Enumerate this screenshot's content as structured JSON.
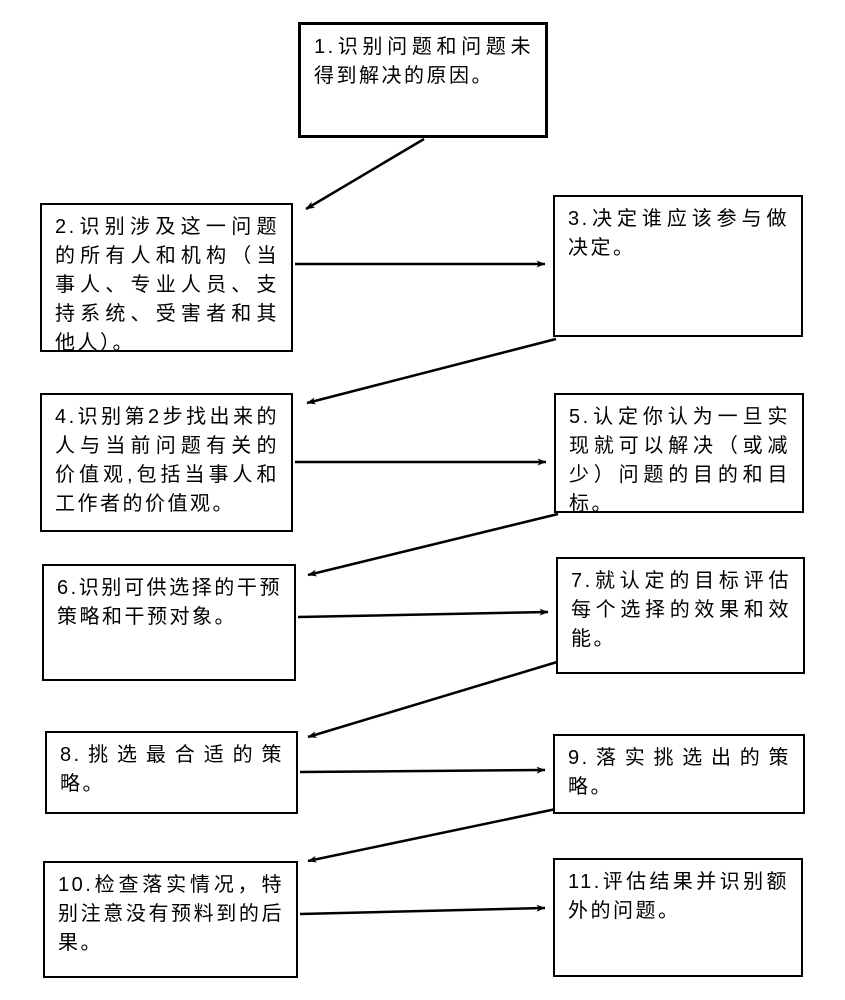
{
  "diagram": {
    "type": "flowchart",
    "language": "zh-CN",
    "colors": {
      "background": "#ffffff",
      "box_border": "#000000",
      "arrow": "#000000",
      "text": "#000000"
    },
    "nodes": [
      {
        "id": "1",
        "text": "1.识别问题和问题未得到解决的原因。"
      },
      {
        "id": "2",
        "text": "2.识别涉及这一问题的所有人和机构（当事人、专业人员、支持系统、受害者和其他人）。"
      },
      {
        "id": "3",
        "text": "3.决定谁应该参与做决定。"
      },
      {
        "id": "4",
        "text": "4.识别第2步找出来的人与当前问题有关的价值观,包括当事人和工作者的价值观。"
      },
      {
        "id": "5",
        "text": "5.认定你认为一旦实现就可以解决（或减少）问题的目的和目标。"
      },
      {
        "id": "6",
        "text": "6.识别可供选择的干预策略和干预对象。"
      },
      {
        "id": "7",
        "text": "7.就认定的目标评估每个选择的效果和效能。"
      },
      {
        "id": "8",
        "text": "8.挑选最合适的策略。"
      },
      {
        "id": "9",
        "text": "9.落实挑选出的策略。"
      },
      {
        "id": "10",
        "text": "10.检查落实情况，特别注意没有预料到的后果。"
      },
      {
        "id": "11",
        "text": "11.评估结果并识别额外的问题。"
      }
    ],
    "edges": [
      {
        "from": "1",
        "to": "2"
      },
      {
        "from": "2",
        "to": "3"
      },
      {
        "from": "3",
        "to": "4"
      },
      {
        "from": "4",
        "to": "5"
      },
      {
        "from": "5",
        "to": "6"
      },
      {
        "from": "6",
        "to": "7"
      },
      {
        "from": "7",
        "to": "8"
      },
      {
        "from": "8",
        "to": "9"
      },
      {
        "from": "9",
        "to": "10"
      },
      {
        "from": "10",
        "to": "11"
      }
    ]
  }
}
